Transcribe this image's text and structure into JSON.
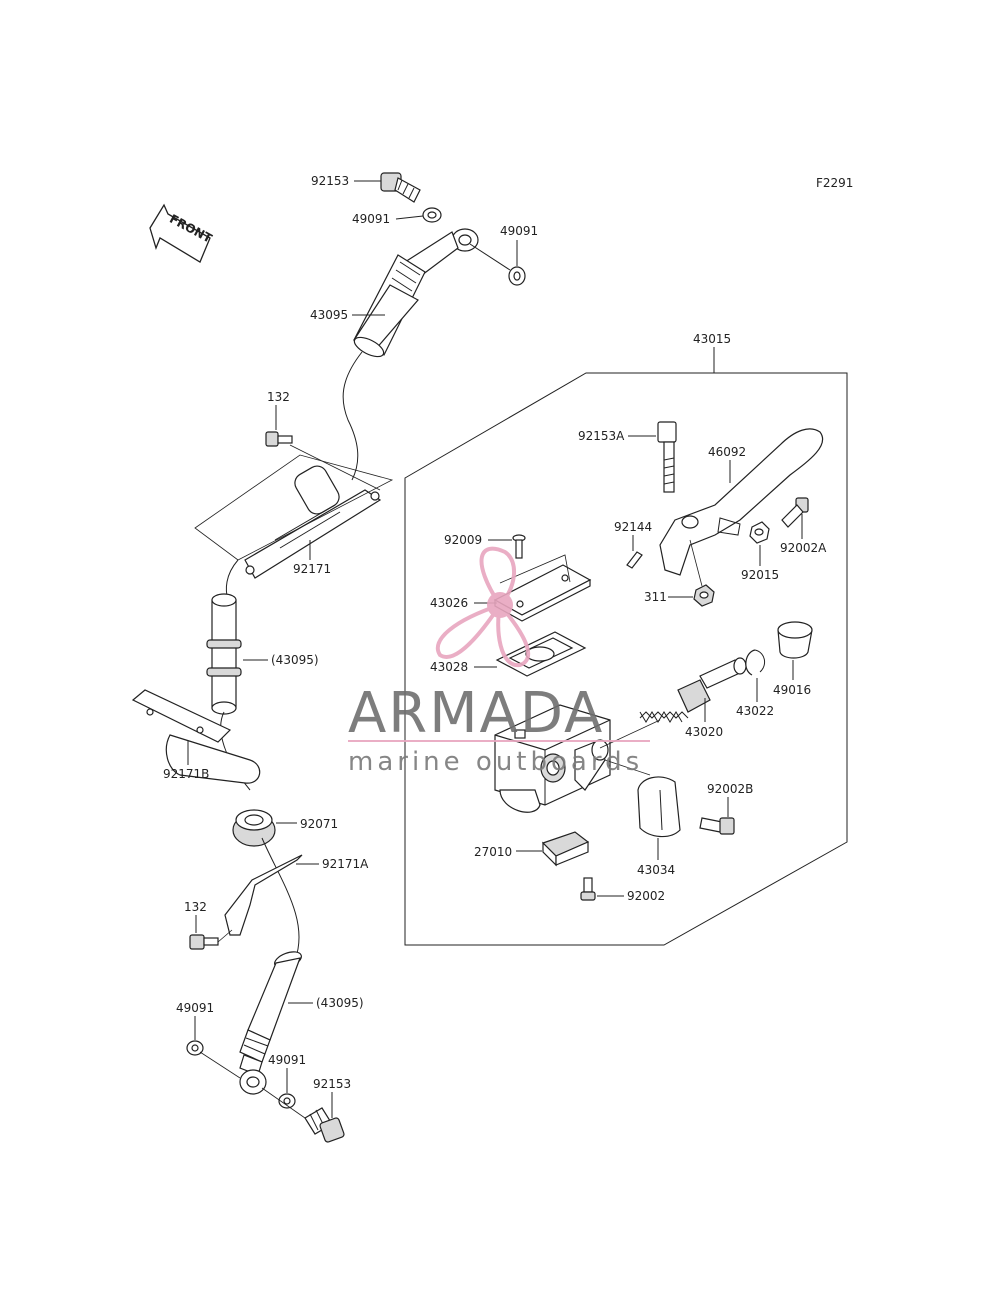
{
  "diagram_code": "F2291",
  "front_label": "FRONT",
  "watermark": {
    "brand": "ARMADA",
    "tagline": "marine outboards",
    "pink": "#e8a6bf",
    "grey": "#6f6f6f"
  },
  "part_labels": {
    "p92153_top": "92153",
    "p49091_a": "49091",
    "p49091_b": "49091",
    "p43095": "43095",
    "p43015": "43015",
    "p132_top": "132",
    "p92153A": "92153A",
    "p46092": "46092",
    "p92144": "92144",
    "p92009": "92009",
    "p92002A": "92002A",
    "p92015": "92015",
    "p92171": "92171",
    "p43026": "43026",
    "p311": "311",
    "p43095_mid": "(43095)",
    "p43028": "43028",
    "p49016": "49016",
    "p43022": "43022",
    "p43020": "43020",
    "p92171B": "92171B",
    "p92002B": "92002B",
    "p92071": "92071",
    "p27010": "27010",
    "p43034": "43034",
    "p92171A": "92171A",
    "p92002": "92002",
    "p132_bot": "132",
    "p49091_c": "49091",
    "p43095_bot": "(43095)",
    "p49091_d": "49091",
    "p92153_bot": "92153"
  }
}
